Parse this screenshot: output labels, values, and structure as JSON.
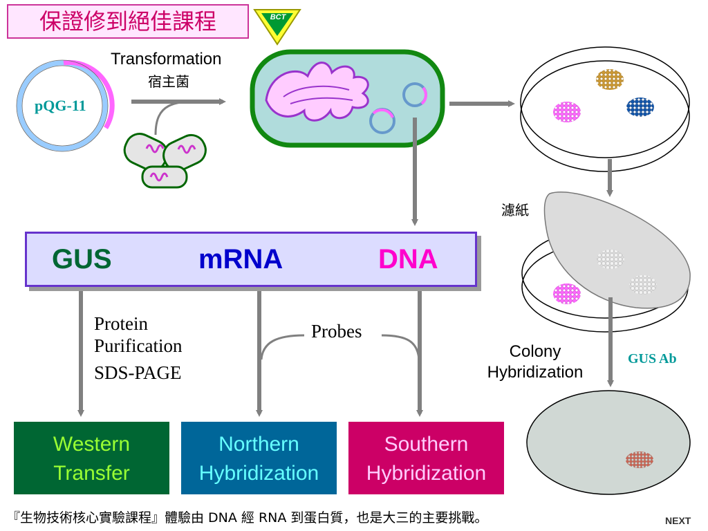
{
  "title": "保證修到絕佳課程",
  "logo_text": "BCT",
  "plasmid_label": "pQG-11",
  "transformation_label": "Transformation",
  "host_label": "宿主菌",
  "filter_label": "濾紙",
  "gene_bar": {
    "gus": "GUS",
    "mrna": "mRNA",
    "dna": "DNA"
  },
  "protein_labels": {
    "line1": "Protein",
    "line2": "Purification",
    "line3": "SDS-PAGE"
  },
  "probes_label": "Probes",
  "colony_labels": {
    "line1": "Colony",
    "line2": "Hybridization"
  },
  "gus_ab_label": "GUS Ab",
  "methods": {
    "western": {
      "line1": "Western",
      "line2": "Transfer"
    },
    "northern": {
      "line1": "Northern",
      "line2": "Hybridization"
    },
    "southern": {
      "line1": "Southern",
      "line2": "Hybridization"
    }
  },
  "footer_text": "『生物技術核心實驗課程』體驗由 DNA 經 RNA 到蛋白質，也是大三的主要挑戰。",
  "next_label": "NEXT",
  "colors": {
    "title_text": "#cc0066",
    "gus": "#006633",
    "mrna": "#0000cc",
    "dna": "#ff00cc",
    "western_bg": "#006633",
    "western_text": "#99ff33",
    "northern_bg": "#006699",
    "northern_text": "#66ffff",
    "southern_bg": "#cc0066",
    "southern_text": "#ffccff",
    "arrow": "#808080"
  }
}
